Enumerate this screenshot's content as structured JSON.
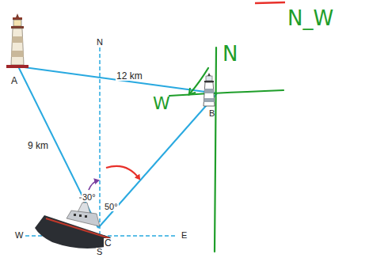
{
  "diagram": {
    "labels": [
      "N_W",
      "N",
      "A",
      "N",
      "12 km",
      "W",
      "B",
      "9 km",
      "30°",
      "50°",
      "W",
      "E",
      "C",
      "S"
    ]
  }
}
